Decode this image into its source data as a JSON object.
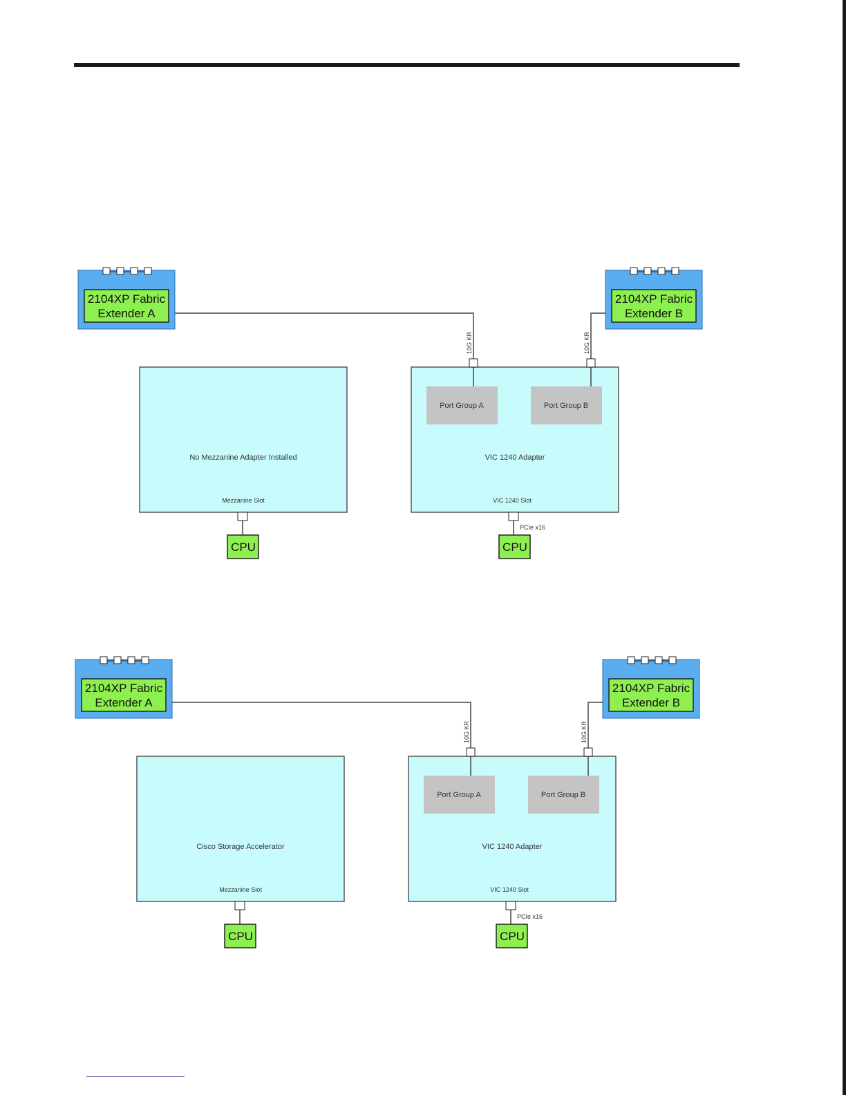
{
  "colors": {
    "fex_outer": "#5aaef0",
    "fex_inner": "#8ef050",
    "adapter_fill": "#c8fcfc",
    "port_group_fill": "#c4c4c4",
    "cpu_fill": "#8ef050",
    "line": "#444444"
  },
  "diagrams": [
    {
      "fex_a": {
        "line1": "2104XP Fabric",
        "line2": "Extender A"
      },
      "fex_b": {
        "line1": "2104XP Fabric",
        "line2": "Extender B"
      },
      "link_a_label": "10G KR",
      "link_b_label": "10G KR",
      "mezzanine": {
        "title": "No Mezzanine Adapter Installed",
        "slot": "Mezzanine Slot"
      },
      "vic": {
        "title": "VIC 1240 Adapter",
        "slot": "VIC 1240 Slot",
        "port_a": "Port Group A",
        "port_b": "Port Group B"
      },
      "pcie_label": "PCIe x16",
      "cpu_left": "CPU",
      "cpu_right": "CPU"
    },
    {
      "fex_a": {
        "line1": "2104XP Fabric",
        "line2": "Extender A"
      },
      "fex_b": {
        "line1": "2104XP Fabric",
        "line2": "Extender B"
      },
      "link_a_label": "10G KR",
      "link_b_label": "10G KR",
      "mezzanine": {
        "title": "Cisco Storage Accelerator",
        "slot": "Mezzanine Slot"
      },
      "vic": {
        "title": "VIC 1240 Adapter",
        "slot": "VIC 1240 Slot",
        "port_a": "Port Group A",
        "port_b": "Port Group B"
      },
      "pcie_label": "PCIe x16",
      "cpu_left": "CPU",
      "cpu_right": "CPU"
    }
  ]
}
